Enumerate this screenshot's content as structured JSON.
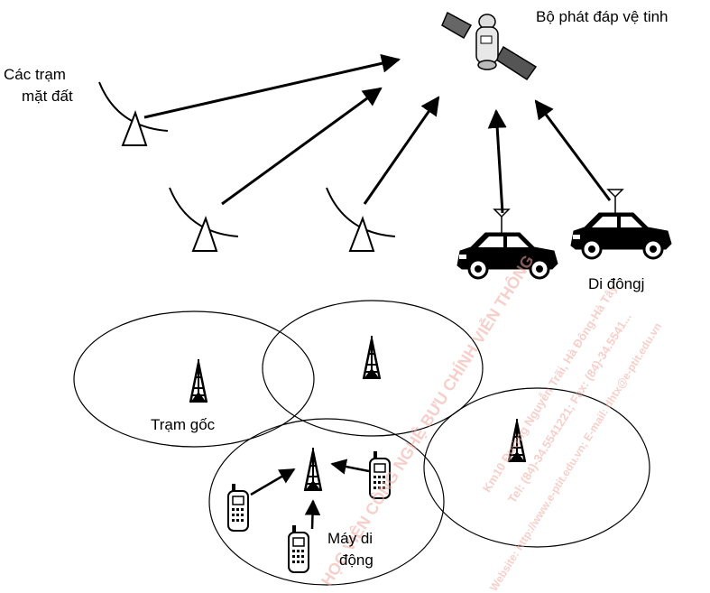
{
  "labels": {
    "satellite": "Bộ phát đáp vệ tinh",
    "ground_stations_line1": "Các trạm",
    "ground_stations_line2": "mặt đất",
    "mobile_vehicle": "Di đôngj",
    "base_station": "Trạm gốc",
    "mobile_phone_line1": "Máy di",
    "mobile_phone_line2": "động"
  },
  "watermark": {
    "line1": "HỌC VIỆN CÔNG NGHỆ BƯU CHÍNH VIỄN THÔNG",
    "line2": "Km10 Đường Nguyễn Trãi, Hà Đông-Hà Tây",
    "line3": "Tel: (84)-34.5541221; Fax: (84)-34.5541...",
    "line4": "Website: http://www.e-ptit.edu.vn; E-mail: dhtx@e-ptit.edu.vn",
    "color": "#f2a9a0"
  },
  "icons": [
    "satellite-icon",
    "dish-antenna-icon",
    "car-icon",
    "tower-icon",
    "mobile-phone-icon"
  ]
}
